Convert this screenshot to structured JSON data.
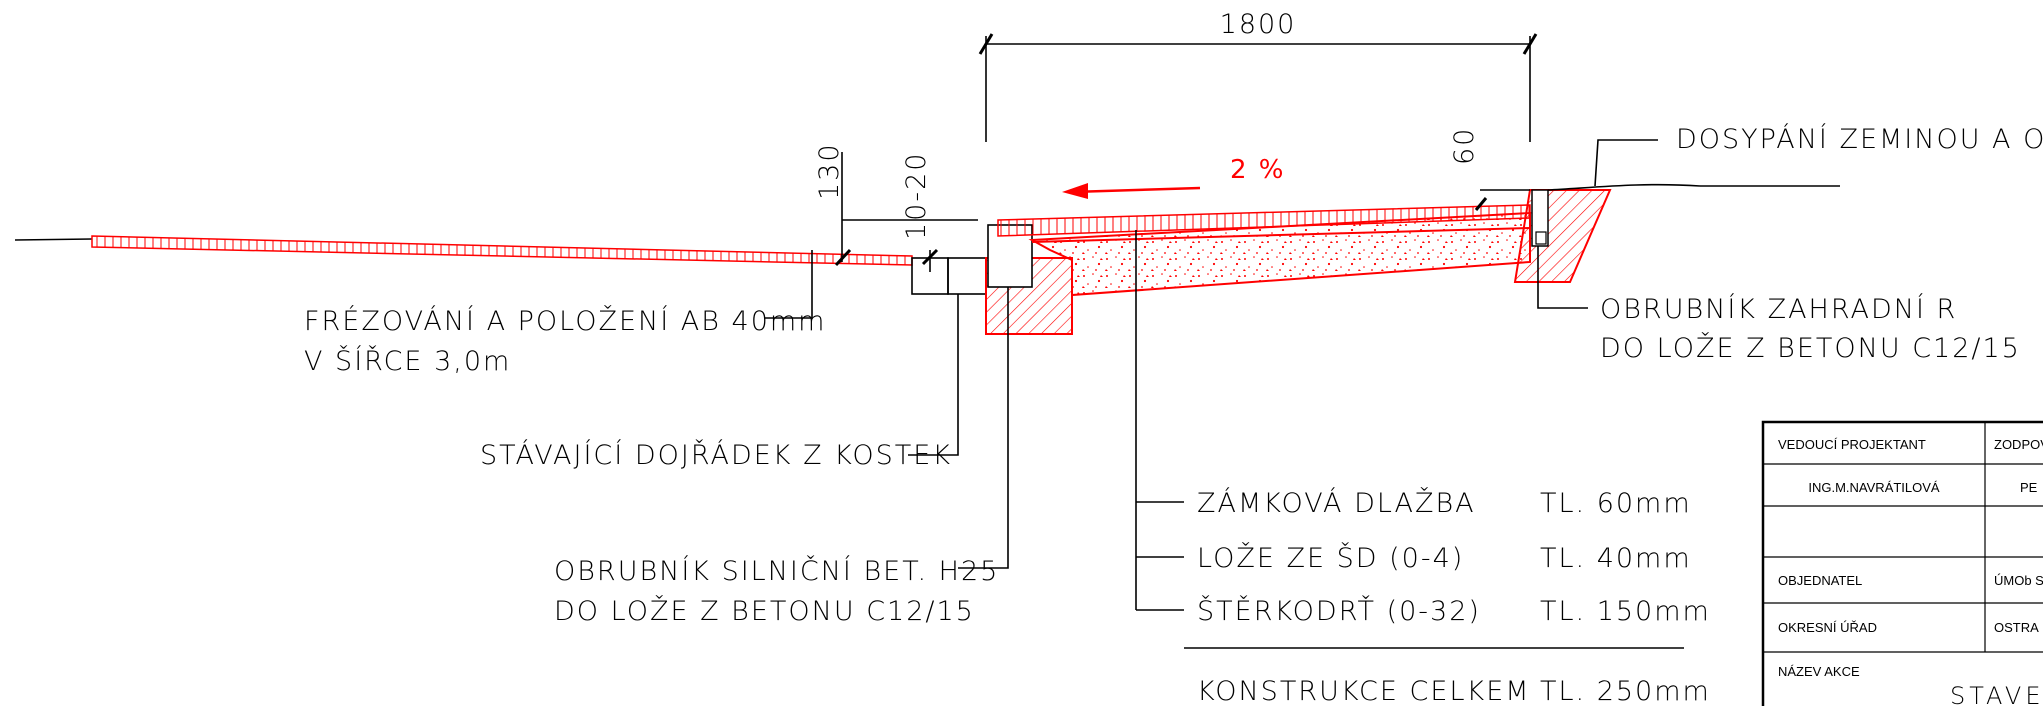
{
  "dimensions": {
    "width_total": "1800",
    "edge_drop": "130",
    "gap": "10-20",
    "curb_height": "60"
  },
  "slope_label": "2 %",
  "labels": {
    "dosypani": "DOSYPÁNÍ ZEMINOU A OSETÍ",
    "obrubnik_zahradni_1": "OBRUBNÍK ZAHRADNÍ R",
    "obrubnik_zahradni_2": "DO LOŽE Z BETONU C12/15",
    "frezovani_1": "FRÉZOVÁNÍ A POLOŽENÍ AB 40mm",
    "frezovani_2": "V ŠÍŘCE 3,0m",
    "dojradek": "STÁVAJÍCÍ DOJŘÁDEK Z KOSTEK",
    "obrubnik_silnicni_1": "OBRUBNÍK SILNIČNÍ BET. H25",
    "obrubnik_silnicni_2": "DO LOŽE Z BETONU C12/15"
  },
  "layers": [
    {
      "name": "ZÁMKOVÁ DLAŽBA",
      "thickness": "TL. 60mm"
    },
    {
      "name": "LOŽE ZE ŠD (0-4)",
      "thickness": "TL. 40mm"
    },
    {
      "name": "ŠTĚRKODRŤ (0-32)",
      "thickness": "TL. 150mm"
    }
  ],
  "total": {
    "name": "KONSTRUKCE CELKEM",
    "thickness": "TL. 250mm"
  },
  "title_block": {
    "vedouci_label": "VEDOUCÍ PROJEKTANT",
    "vedouci_value": "ING.M.NAVRÁTILOVÁ",
    "zodpovedny_label": "ZODPOV",
    "zodpovedny_value": "PE",
    "objednatel_label": "OBJEDNATEL",
    "objednatel_value": "ÚMOb S",
    "okresni_label": "OKRESNÍ ÚŘAD",
    "okresni_value": "OSTRA",
    "nazev_label": "NÁZEV AKCE",
    "nazev_value": "STAVEB"
  }
}
